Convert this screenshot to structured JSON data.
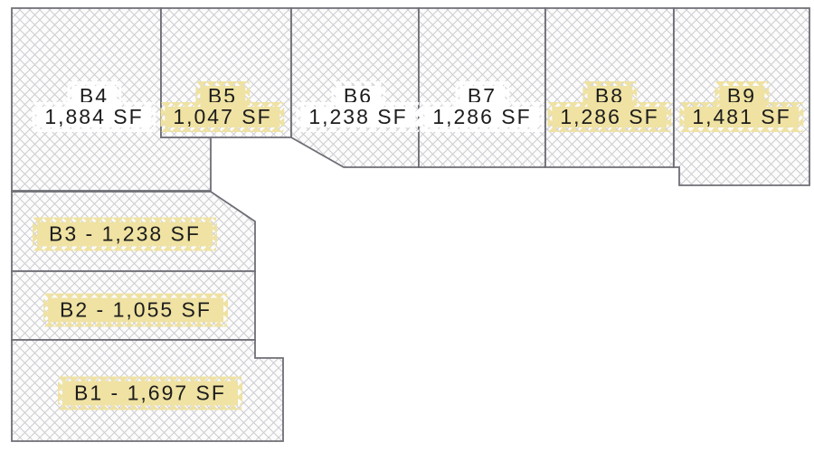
{
  "units": [
    {
      "name": "B4",
      "area": "1,884 SF",
      "highlighted": false
    },
    {
      "name": "B5",
      "area": "1,047 SF",
      "highlighted": true
    },
    {
      "name": "B6",
      "area": "1,238 SF",
      "highlighted": false
    },
    {
      "name": "B7",
      "area": "1,286 SF",
      "highlighted": false
    },
    {
      "name": "B8",
      "area": "1,286 SF",
      "highlighted": true
    },
    {
      "name": "B9",
      "area": "1,481 SF",
      "highlighted": true
    },
    {
      "name": "B3",
      "area": "1,238 SF",
      "label": "B3 - 1,238 SF",
      "highlighted": true
    },
    {
      "name": "B2",
      "area": "1,055 SF",
      "label": "B2 - 1,055 SF",
      "highlighted": true
    },
    {
      "name": "B1",
      "area": "1,697 SF",
      "label": "B1 - 1,697 SF",
      "highlighted": true
    }
  ],
  "colors": {
    "highlight": "#EFE2A2",
    "label_halo": "#FFFFFF",
    "hatch_line": "#CDCDD2",
    "unit_fill": "#FCFCFC",
    "outline": "#6E6E76",
    "text": "#1C1C1C"
  }
}
